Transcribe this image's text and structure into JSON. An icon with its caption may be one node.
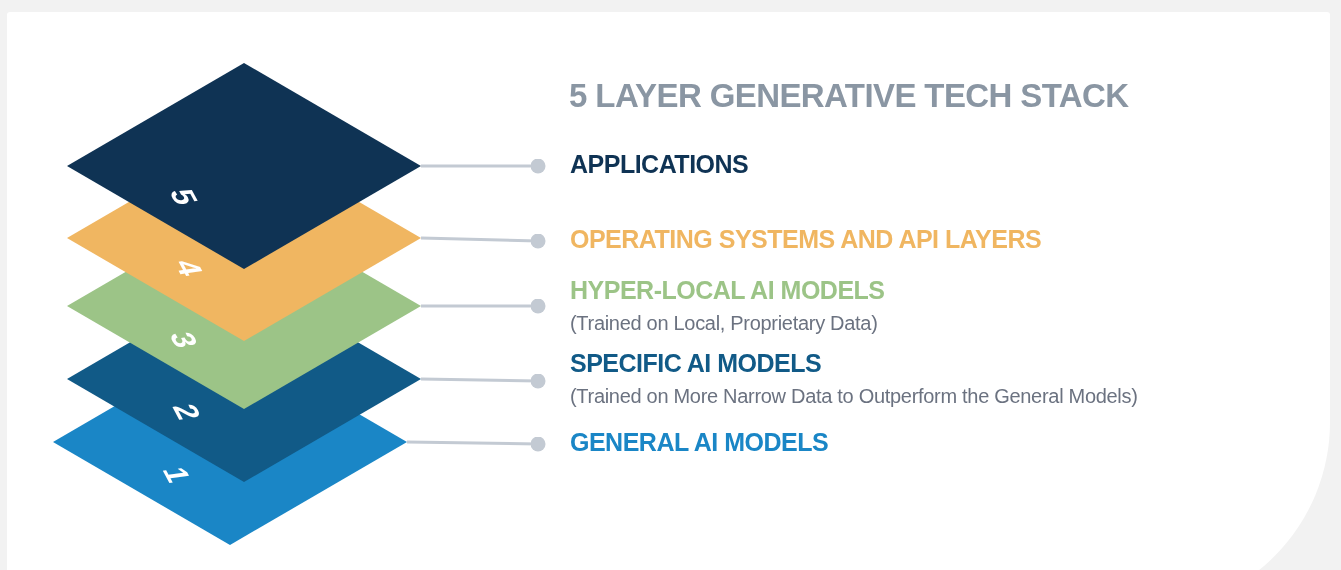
{
  "diagram": {
    "title": "5 LAYER GENERATIVE TECH STACK",
    "nodes": [
      {
        "text": [
          "5"
        ]
      },
      {
        "text": [
          "4"
        ]
      },
      {
        "text": [
          "3"
        ]
      },
      {
        "text": [
          "2"
        ]
      },
      {
        "text": [
          "1"
        ]
      },
      {
        "text": [
          "APPLICATIONS"
        ]
      },
      {
        "text": [
          "OPERATING SYSTEMS AND API LAYERS"
        ]
      },
      {
        "text": [
          "HYPER-LOCAL AI MODELS",
          "(Trained on Local, Proprietary Data)"
        ]
      },
      {
        "text": [
          "SPECIFIC AI MODELS",
          "(Trained on More Narrow Data to Outperform the General Models)"
        ]
      },
      {
        "text": [
          "GENERAL AI MODELS"
        ]
      }
    ],
    "edges": [
      {
        "from": 0,
        "to": 5,
        "arrow": "other"
      },
      {
        "from": 1,
        "to": 6,
        "arrow": "other"
      },
      {
        "from": 2,
        "to": 7,
        "arrow": "other"
      },
      {
        "from": 3,
        "to": 8,
        "arrow": "other"
      },
      {
        "from": 4,
        "to": 9,
        "arrow": "other"
      }
    ]
  }
}
